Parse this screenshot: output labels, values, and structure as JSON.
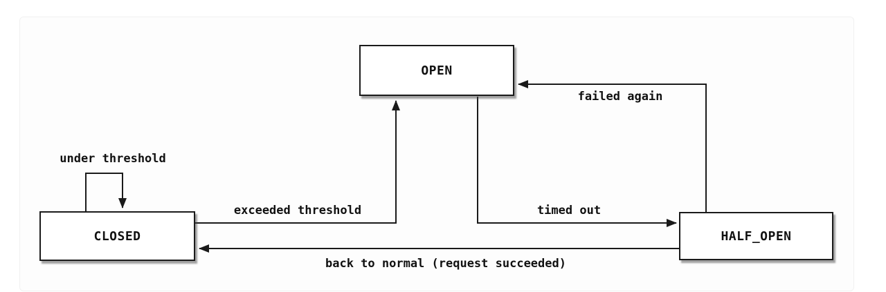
{
  "diagram": {
    "type": "state-diagram",
    "nodes": [
      {
        "id": "open",
        "label": "OPEN"
      },
      {
        "id": "closed",
        "label": "CLOSED"
      },
      {
        "id": "half_open",
        "label": "HALF_OPEN"
      }
    ],
    "edges": [
      {
        "from": "closed",
        "to": "closed",
        "label": "under threshold"
      },
      {
        "from": "closed",
        "to": "open",
        "label": "exceeded threshold"
      },
      {
        "from": "open",
        "to": "half_open",
        "label": "timed out"
      },
      {
        "from": "half_open",
        "to": "open",
        "label": "failed again"
      },
      {
        "from": "half_open",
        "to": "closed",
        "label": "back to normal (request succeeded)"
      }
    ],
    "colors": {
      "line": "#1a1a1a",
      "node_border": "#1a1a1a",
      "node_bg": "#ffffff",
      "text": "#111111",
      "canvas_bg": "#ffffff",
      "card_bg": "#fdfdfd",
      "card_border": "#f1f1f1"
    }
  }
}
